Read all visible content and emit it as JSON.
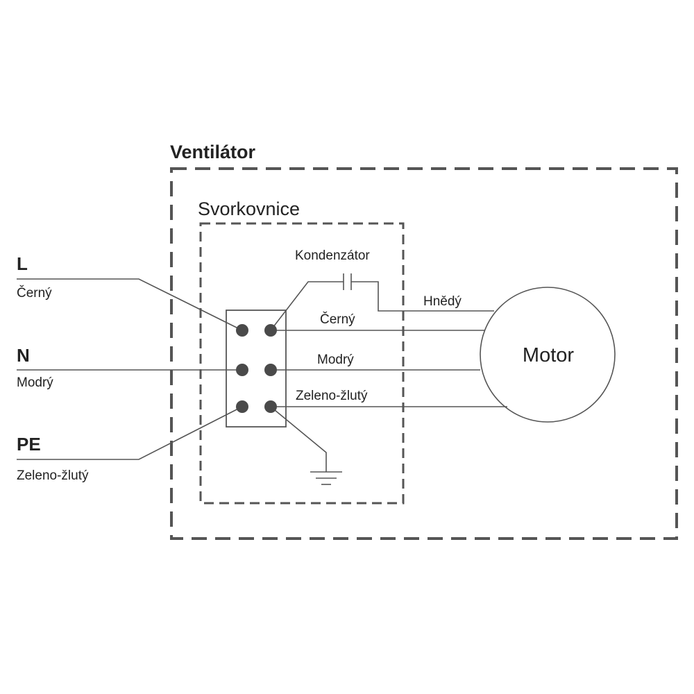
{
  "ventilator": {
    "title": "Ventilátor"
  },
  "terminal_box": {
    "title": "Svorkovnice"
  },
  "capacitor": {
    "label": "Kondenzátor"
  },
  "motor": {
    "label": "Motor"
  },
  "external_terminals": [
    {
      "id": "L",
      "label": "L",
      "wire_color": "Černý"
    },
    {
      "id": "N",
      "label": "N",
      "wire_color": "Modrý"
    },
    {
      "id": "PE",
      "label": "PE",
      "wire_color": "Zeleno-žlutý"
    }
  ],
  "internal_wires": {
    "brown": "Hnědý",
    "black": "Černý",
    "blue": "Modrý",
    "green_yellow": "Zeleno-žlutý"
  },
  "colors": {
    "line": "#555555",
    "text": "#222222",
    "background": "#ffffff"
  }
}
